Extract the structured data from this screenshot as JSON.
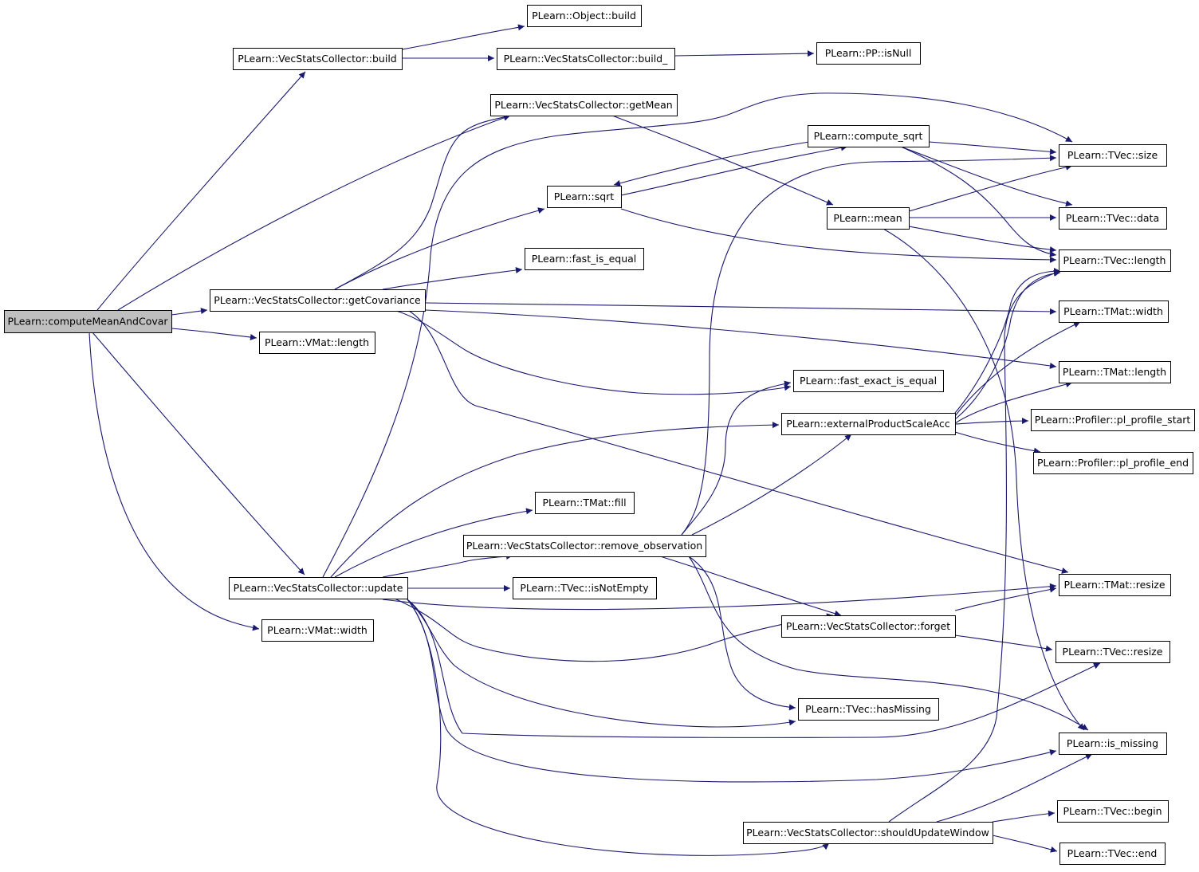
{
  "graph": {
    "edge_color": "#191970",
    "root_fill": "#bfbfbf",
    "nodes": [
      {
        "id": "computeMeanAndCovar",
        "label": "PLearn::computeMeanAndCovar",
        "root": true
      },
      {
        "id": "vsc_build",
        "label": "PLearn::VecStatsCollector::build"
      },
      {
        "id": "obj_build",
        "label": "PLearn::Object::build"
      },
      {
        "id": "vsc_build_",
        "label": "PLearn::VecStatsCollector::build_"
      },
      {
        "id": "pp_isNull",
        "label": "PLearn::PP::isNull"
      },
      {
        "id": "vsc_getMean",
        "label": "PLearn::VecStatsCollector::getMean"
      },
      {
        "id": "compute_sqrt",
        "label": "PLearn::compute_sqrt"
      },
      {
        "id": "tvec_size",
        "label": "PLearn::TVec::size"
      },
      {
        "id": "sqrt",
        "label": "PLearn::sqrt"
      },
      {
        "id": "mean",
        "label": "PLearn::mean"
      },
      {
        "id": "tvec_data",
        "label": "PLearn::TVec::data"
      },
      {
        "id": "fast_is_equal",
        "label": "PLearn::fast_is_equal"
      },
      {
        "id": "tvec_length",
        "label": "PLearn::TVec::length"
      },
      {
        "id": "vsc_getCovariance",
        "label": "PLearn::VecStatsCollector::getCovariance"
      },
      {
        "id": "tmat_width",
        "label": "PLearn::TMat::width"
      },
      {
        "id": "vmat_length",
        "label": "PLearn::VMat::length"
      },
      {
        "id": "tmat_length",
        "label": "PLearn::TMat::length"
      },
      {
        "id": "fast_exact_is_equal",
        "label": "PLearn::fast_exact_is_equal"
      },
      {
        "id": "externalProductScaleAcc",
        "label": "PLearn::externalProductScaleAcc"
      },
      {
        "id": "pl_profile_start",
        "label": "PLearn::Profiler::pl_profile_start"
      },
      {
        "id": "pl_profile_end",
        "label": "PLearn::Profiler::pl_profile_end"
      },
      {
        "id": "tmat_fill",
        "label": "PLearn::TMat::fill"
      },
      {
        "id": "vsc_remove_observation",
        "label": "PLearn::VecStatsCollector::remove_observation"
      },
      {
        "id": "vsc_update",
        "label": "PLearn::VecStatsCollector::update"
      },
      {
        "id": "tvec_isNotEmpty",
        "label": "PLearn::TVec::isNotEmpty"
      },
      {
        "id": "tmat_resize",
        "label": "PLearn::TMat::resize"
      },
      {
        "id": "vsc_forget",
        "label": "PLearn::VecStatsCollector::forget"
      },
      {
        "id": "vmat_width",
        "label": "PLearn::VMat::width"
      },
      {
        "id": "tvec_resize",
        "label": "PLearn::TVec::resize"
      },
      {
        "id": "tvec_hasMissing",
        "label": "PLearn::TVec::hasMissing"
      },
      {
        "id": "is_missing",
        "label": "PLearn::is_missing"
      },
      {
        "id": "tvec_begin",
        "label": "PLearn::TVec::begin"
      },
      {
        "id": "vsc_shouldUpdateWindow",
        "label": "PLearn::VecStatsCollector::shouldUpdateWindow"
      },
      {
        "id": "tvec_end",
        "label": "PLearn::TVec::end"
      }
    ],
    "edges": [
      [
        "computeMeanAndCovar",
        "vsc_build"
      ],
      [
        "computeMeanAndCovar",
        "vsc_getMean"
      ],
      [
        "computeMeanAndCovar",
        "vsc_getCovariance"
      ],
      [
        "computeMeanAndCovar",
        "vmat_length"
      ],
      [
        "computeMeanAndCovar",
        "vsc_update"
      ],
      [
        "computeMeanAndCovar",
        "vmat_width"
      ],
      [
        "vsc_build",
        "obj_build"
      ],
      [
        "vsc_build",
        "vsc_build_"
      ],
      [
        "vsc_build_",
        "pp_isNull"
      ],
      [
        "vsc_getMean",
        "mean"
      ],
      [
        "compute_sqrt",
        "tvec_size"
      ],
      [
        "compute_sqrt",
        "sqrt"
      ],
      [
        "compute_sqrt",
        "tvec_data"
      ],
      [
        "compute_sqrt",
        "tvec_length"
      ],
      [
        "sqrt",
        "compute_sqrt"
      ],
      [
        "sqrt",
        "tvec_length"
      ],
      [
        "mean",
        "tvec_size"
      ],
      [
        "mean",
        "tvec_data"
      ],
      [
        "mean",
        "tvec_length"
      ],
      [
        "mean",
        "is_missing"
      ],
      [
        "vsc_getCovariance",
        "vsc_getMean"
      ],
      [
        "vsc_getCovariance",
        "sqrt"
      ],
      [
        "vsc_getCovariance",
        "fast_is_equal"
      ],
      [
        "vsc_getCovariance",
        "tmat_width"
      ],
      [
        "vsc_getCovariance",
        "tmat_length"
      ],
      [
        "vsc_getCovariance",
        "fast_exact_is_equal"
      ],
      [
        "vsc_getCovariance",
        "tmat_resize"
      ],
      [
        "externalProductScaleAcc",
        "tvec_data"
      ],
      [
        "externalProductScaleAcc",
        "tvec_length"
      ],
      [
        "externalProductScaleAcc",
        "tmat_width"
      ],
      [
        "externalProductScaleAcc",
        "tmat_length"
      ],
      [
        "externalProductScaleAcc",
        "pl_profile_start"
      ],
      [
        "externalProductScaleAcc",
        "pl_profile_end"
      ],
      [
        "vsc_update",
        "tvec_size"
      ],
      [
        "vsc_update",
        "externalProductScaleAcc"
      ],
      [
        "vsc_update",
        "tmat_fill"
      ],
      [
        "vsc_update",
        "vsc_remove_observation"
      ],
      [
        "vsc_update",
        "tvec_isNotEmpty"
      ],
      [
        "vsc_update",
        "tmat_resize"
      ],
      [
        "vsc_update",
        "vsc_forget"
      ],
      [
        "vsc_update",
        "tvec_hasMissing"
      ],
      [
        "vsc_update",
        "tvec_resize"
      ],
      [
        "vsc_update",
        "is_missing"
      ],
      [
        "vsc_update",
        "vsc_shouldUpdateWindow"
      ],
      [
        "vsc_remove_observation",
        "tvec_size"
      ],
      [
        "vsc_remove_observation",
        "fast_exact_is_equal"
      ],
      [
        "vsc_remove_observation",
        "externalProductScaleAcc"
      ],
      [
        "vsc_remove_observation",
        "vsc_forget"
      ],
      [
        "vsc_remove_observation",
        "tvec_hasMissing"
      ],
      [
        "vsc_remove_observation",
        "is_missing"
      ],
      [
        "vsc_forget",
        "tmat_resize"
      ],
      [
        "vsc_forget",
        "tvec_resize"
      ],
      [
        "vsc_shouldUpdateWindow",
        "tvec_length"
      ],
      [
        "vsc_shouldUpdateWindow",
        "is_missing"
      ],
      [
        "vsc_shouldUpdateWindow",
        "tvec_begin"
      ],
      [
        "vsc_shouldUpdateWindow",
        "tvec_end"
      ]
    ]
  }
}
